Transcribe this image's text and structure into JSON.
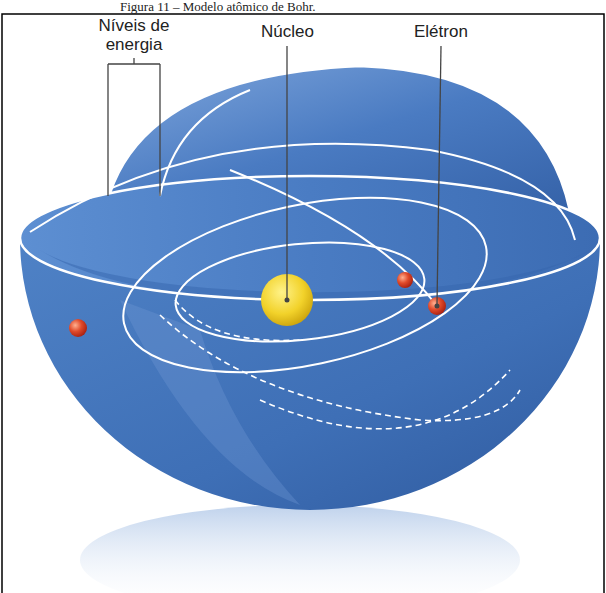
{
  "diagram": {
    "title": "Figura 11 – Modelo atômico de Bohr.",
    "labels": [
      "Níveis de energia",
      "Núcleo",
      "Elétron"
    ]
  }
}
